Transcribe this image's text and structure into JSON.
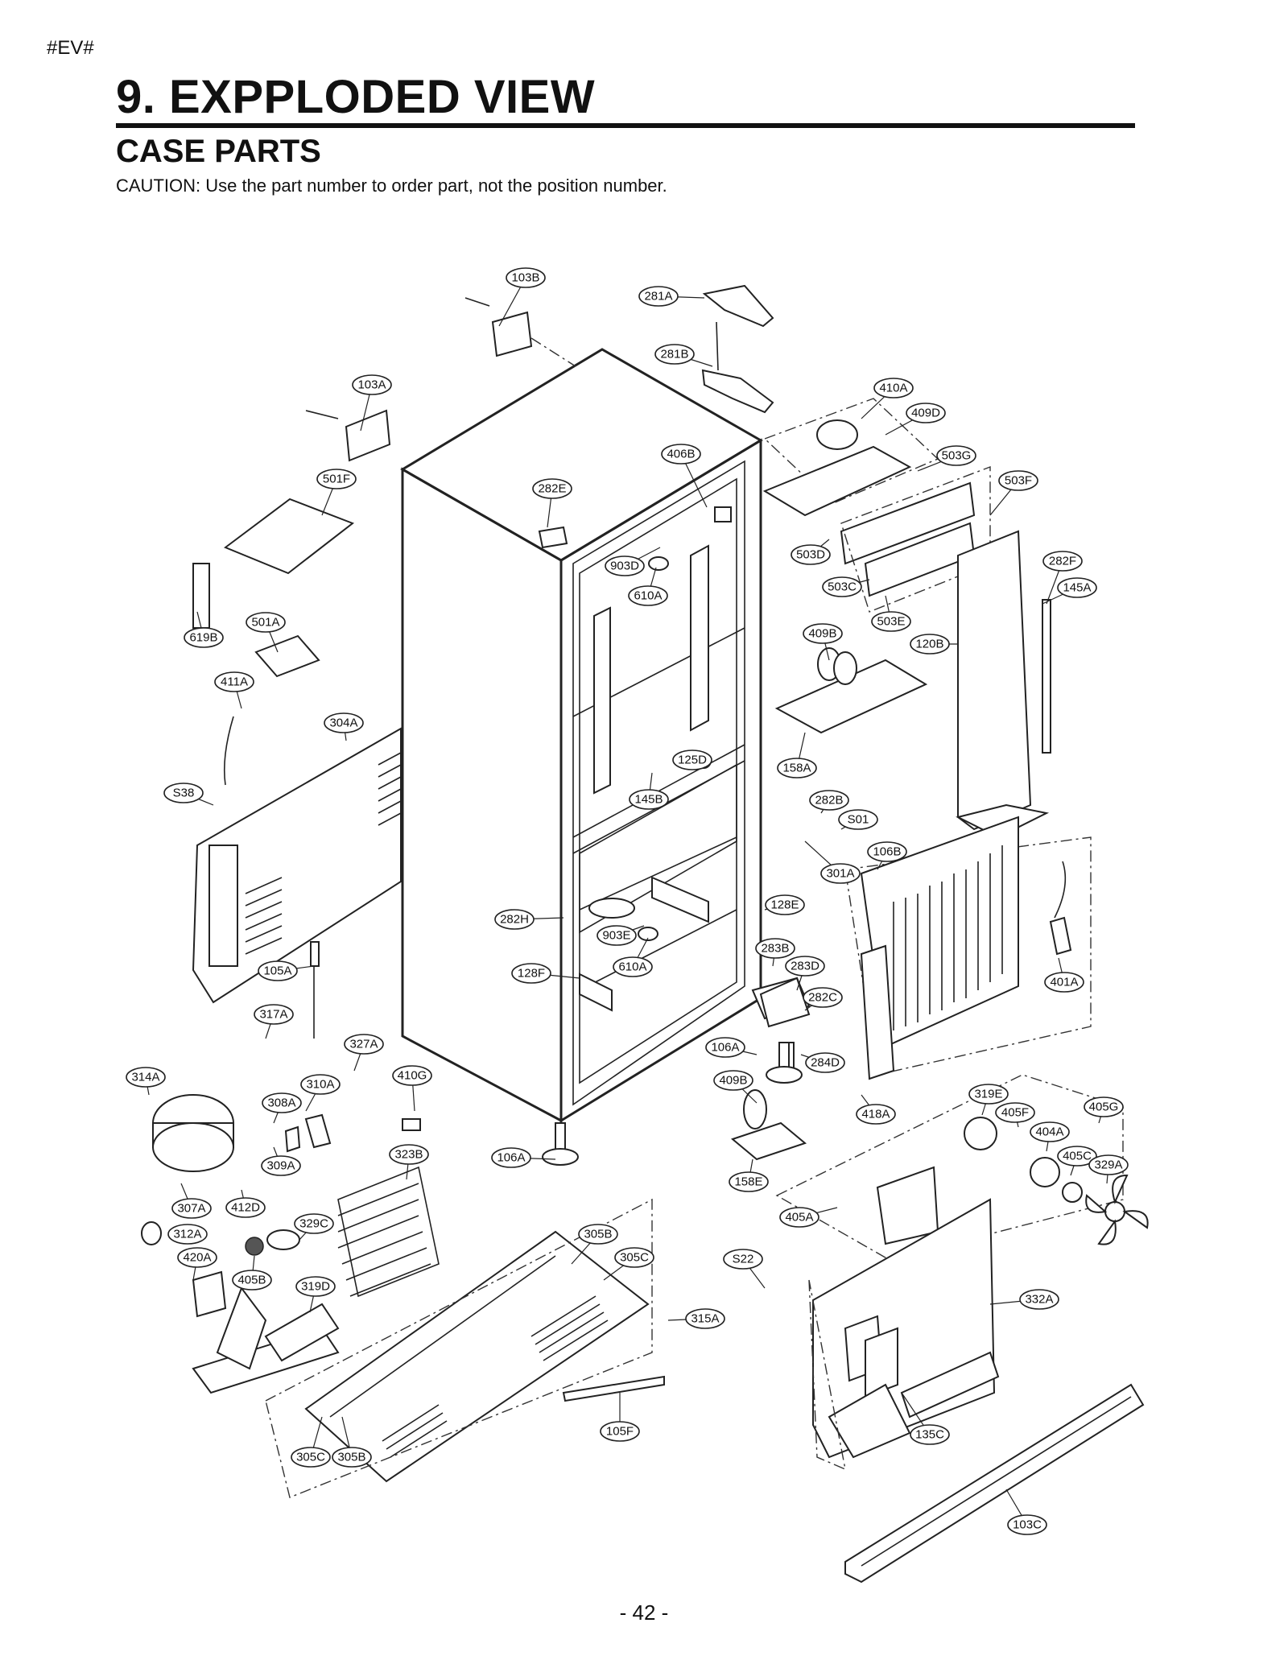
{
  "header": {
    "tag": "#EV#",
    "title": "9. EXPPLODED VIEW",
    "subtitle": "CASE PARTS",
    "caution": "CAUTION: Use the part number to order part, not the position number."
  },
  "footer": {
    "page": "- 42 -"
  },
  "callouts": [
    "103B",
    "281A",
    "281B",
    "103A",
    "410A",
    "409D",
    "406B",
    "503G",
    "501F",
    "282E",
    "503F",
    "903D",
    "282F",
    "503D",
    "610A",
    "145A",
    "503C",
    "501A",
    "619B",
    "409B",
    "503E",
    "120B",
    "411A",
    "304A",
    "125D",
    "158A",
    "S38",
    "145B",
    "282B",
    "S01",
    "301A",
    "106B",
    "128E",
    "282H",
    "903E",
    "283B",
    "105A",
    "610A",
    "128F",
    "283D",
    "401A",
    "282C",
    "317A",
    "106A",
    "327A",
    "284D",
    "314A",
    "410G",
    "409B",
    "310A",
    "308A",
    "418A",
    "319E",
    "405G",
    "405F",
    "404A",
    "323B",
    "106A",
    "309A",
    "405C",
    "329A",
    "307A",
    "412D",
    "158E",
    "405A",
    "329C",
    "312A",
    "305B",
    "420A",
    "305C",
    "S22",
    "405B",
    "319D",
    "315A",
    "332A",
    "105F",
    "135C",
    "305C",
    "305B",
    "103C"
  ]
}
